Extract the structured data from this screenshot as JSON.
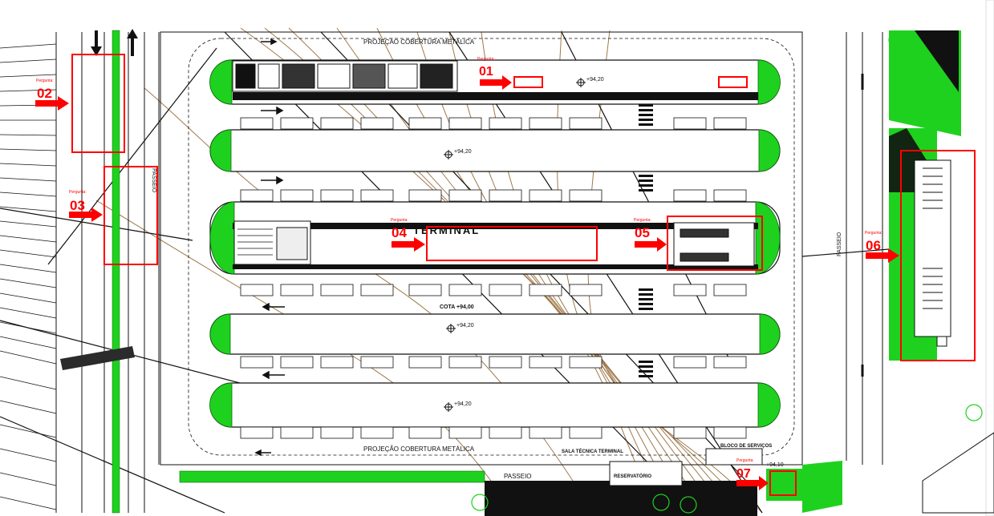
{
  "drawing": {
    "roof_projection_top": "PROJEÇÃO COBERTURA METÁLICA",
    "roof_projection_bottom": "PROJEÇÃO COBERTURA METÁLICA",
    "sidewalk_left": "PASSEIO",
    "sidewalk_right": "PASSEIO",
    "sidewalk_bottom": "PASSEIO",
    "terminal_label": "TERMINAL",
    "cota_label": "COTA +94,00",
    "sala_tecnica": "SALA TÉCNICA TERMINAL",
    "bloco_servicos": "BLOCO DE SERVIÇOS",
    "reservatorio": "RESERVATÓRIO",
    "level_label": "+94,20",
    "level_label_b": "+94,10"
  },
  "markers": [
    {
      "id": "01",
      "caption": "Pergunta:"
    },
    {
      "id": "02",
      "caption": "Pergunta:"
    },
    {
      "id": "03",
      "caption": "Pergunta:"
    },
    {
      "id": "04",
      "caption": "Pergunta:"
    },
    {
      "id": "05",
      "caption": "Pergunta:"
    },
    {
      "id": "06",
      "caption": "Pergunta:"
    },
    {
      "id": "07",
      "caption": "Pergunta:"
    }
  ],
  "colors": {
    "highlight": "#ff0000",
    "greenery": "#1fd11f",
    "linework": "#111111",
    "contours": "#a0784a"
  }
}
